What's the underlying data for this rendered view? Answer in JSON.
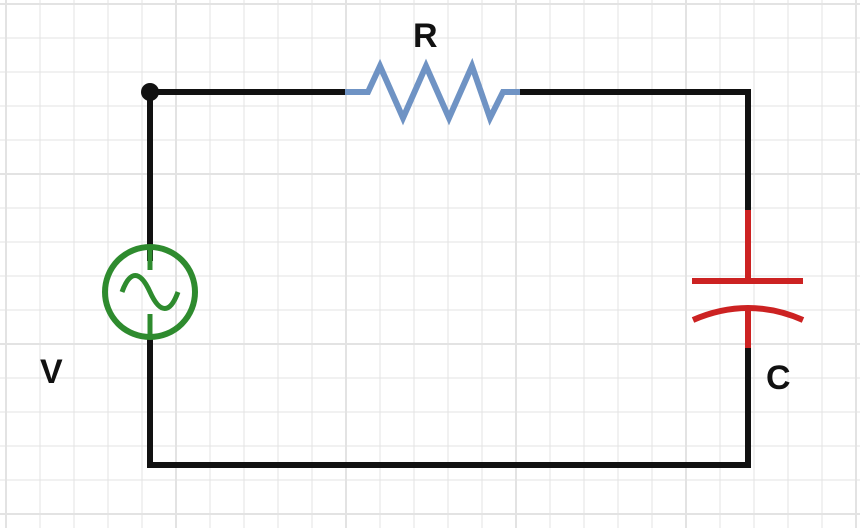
{
  "labels": {
    "resistor": "R",
    "source": "V",
    "capacitor": "C"
  },
  "components": [
    {
      "id": "source",
      "type": "ac-voltage-source",
      "label": "V",
      "color": "#2e8b2e"
    },
    {
      "id": "resistor",
      "type": "resistor",
      "label": "R",
      "color": "#6f93c4"
    },
    {
      "id": "capacitor",
      "type": "capacitor",
      "label": "C",
      "color": "#cc2222"
    }
  ],
  "colors": {
    "wire": "#111111",
    "grid": "#e3e3e3",
    "background": "#ffffff"
  }
}
